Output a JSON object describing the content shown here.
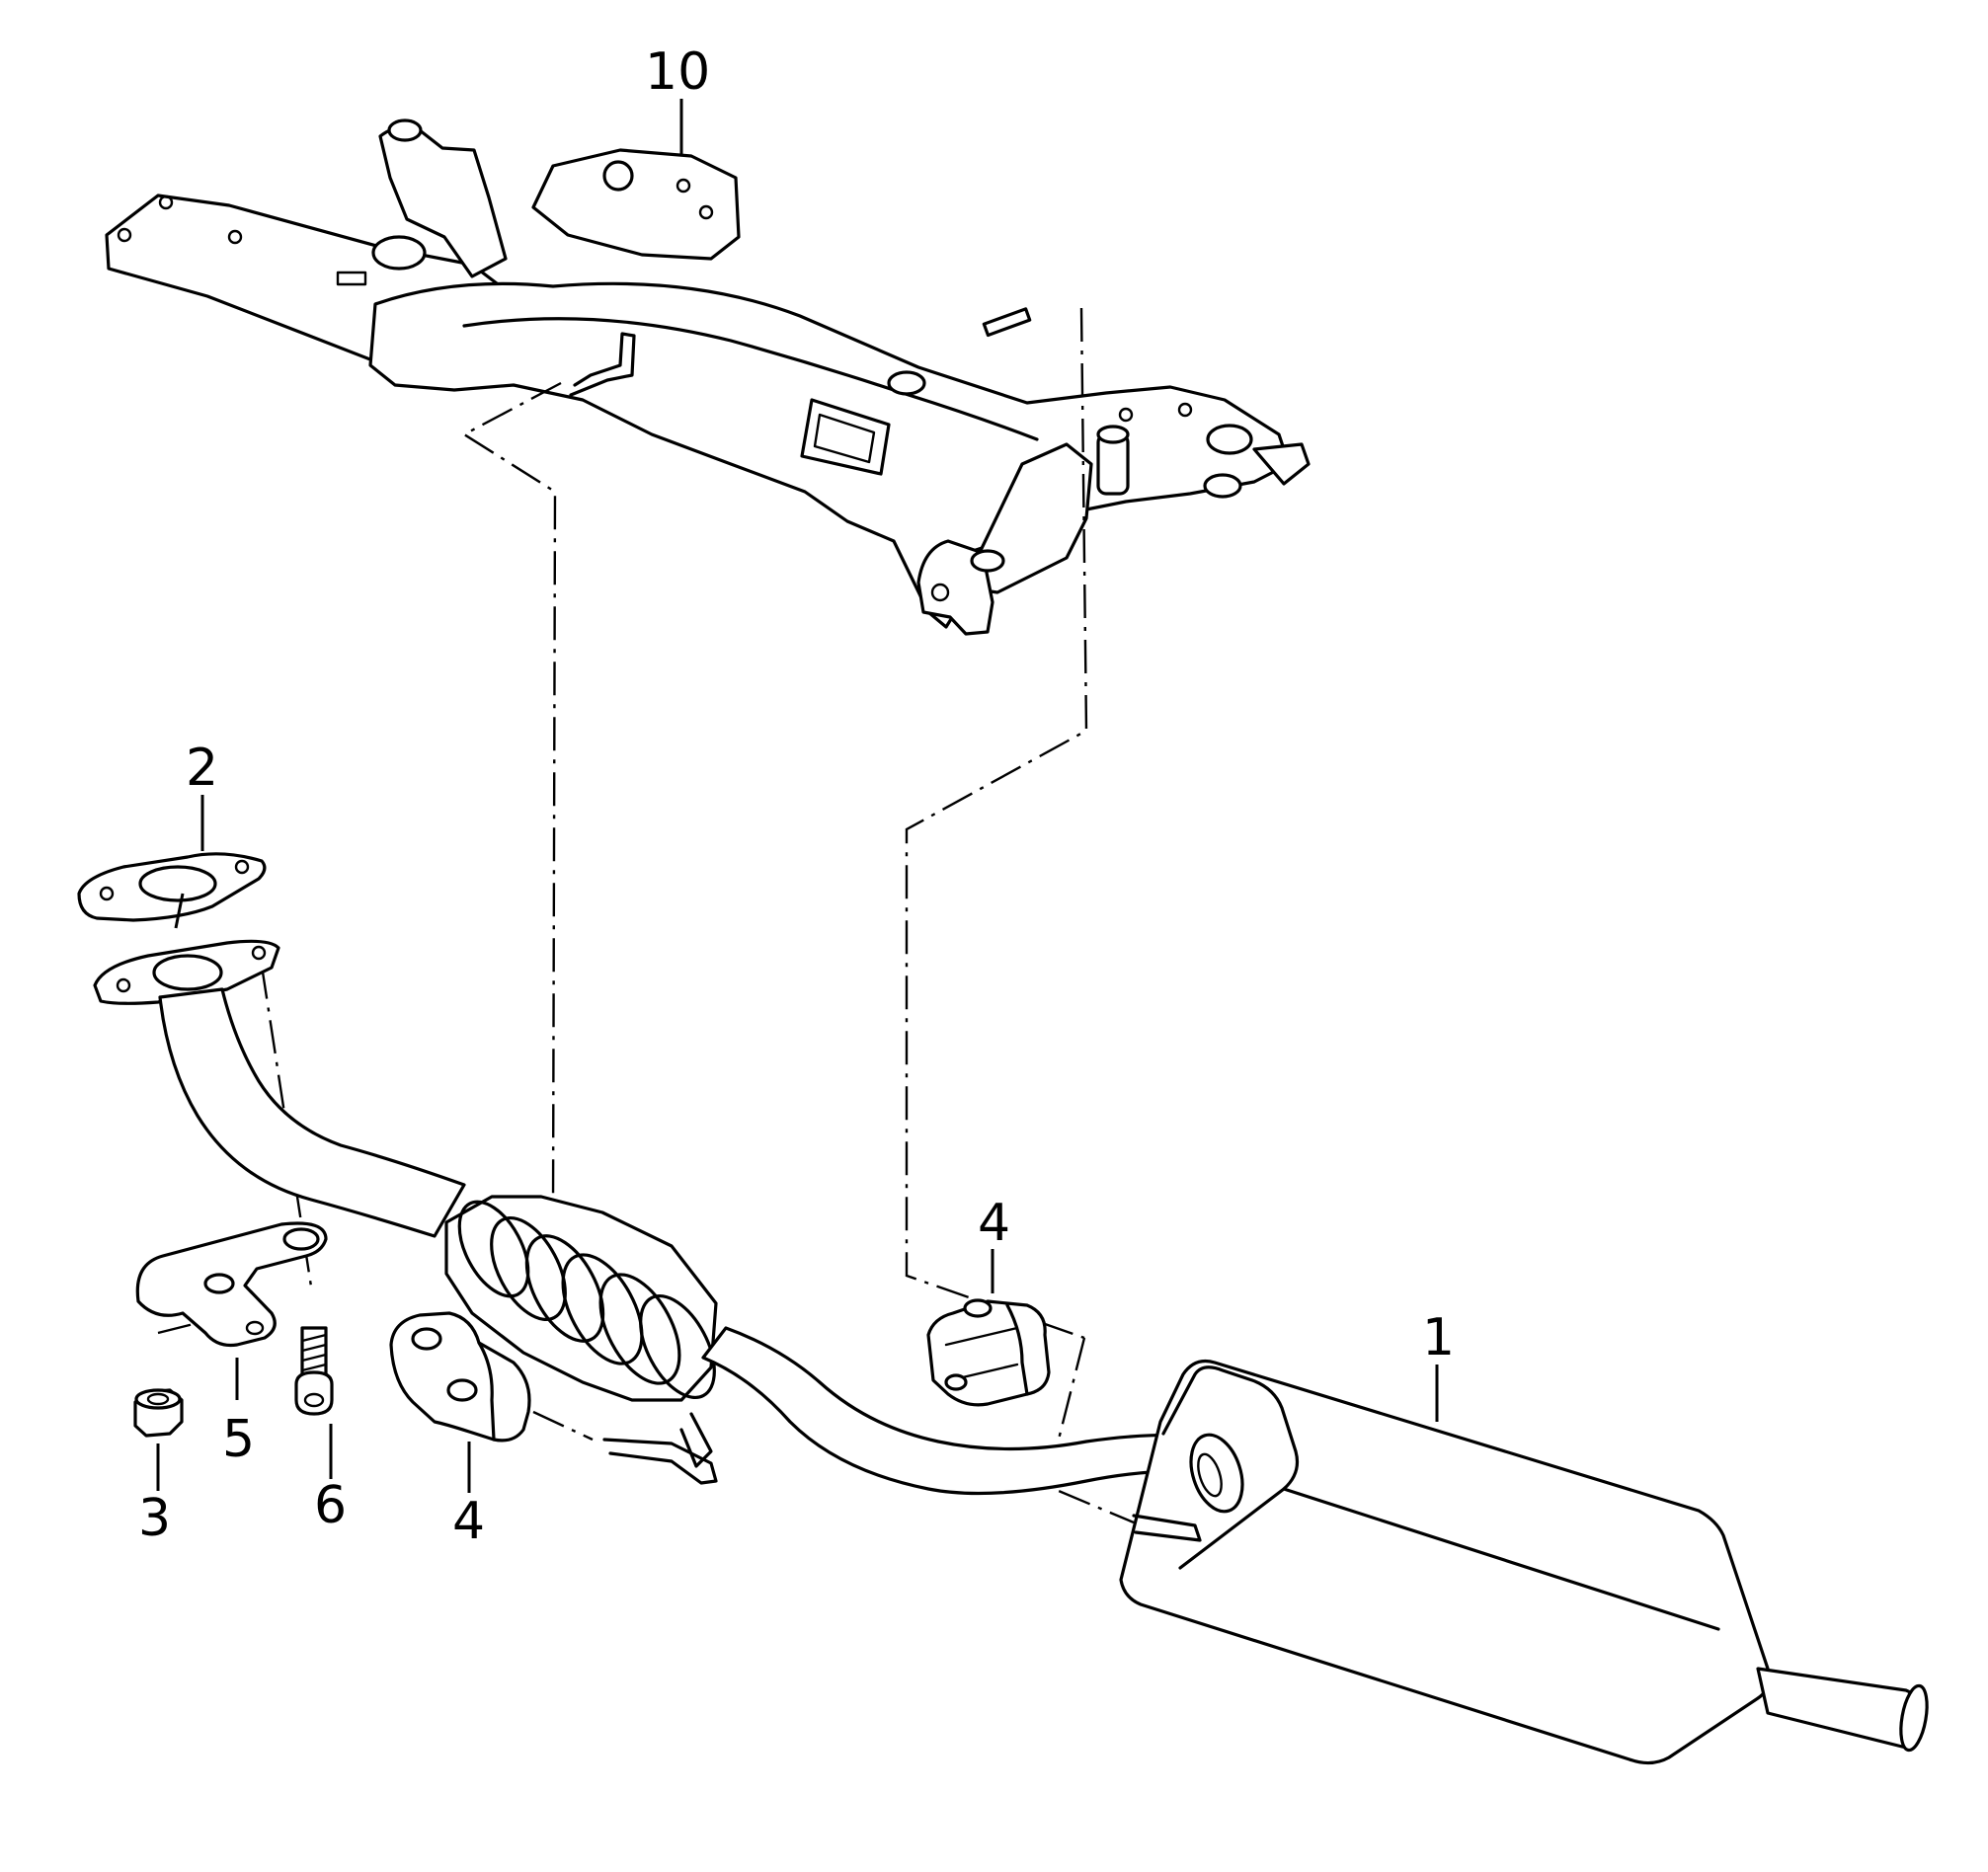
{
  "callouts": {
    "c10": "10",
    "c2": "2",
    "c4a": "4",
    "c1": "1",
    "c5": "5",
    "c3": "3",
    "c6": "6",
    "c4b": "4"
  },
  "colors": {
    "line": "#000000",
    "background": "#ffffff"
  }
}
